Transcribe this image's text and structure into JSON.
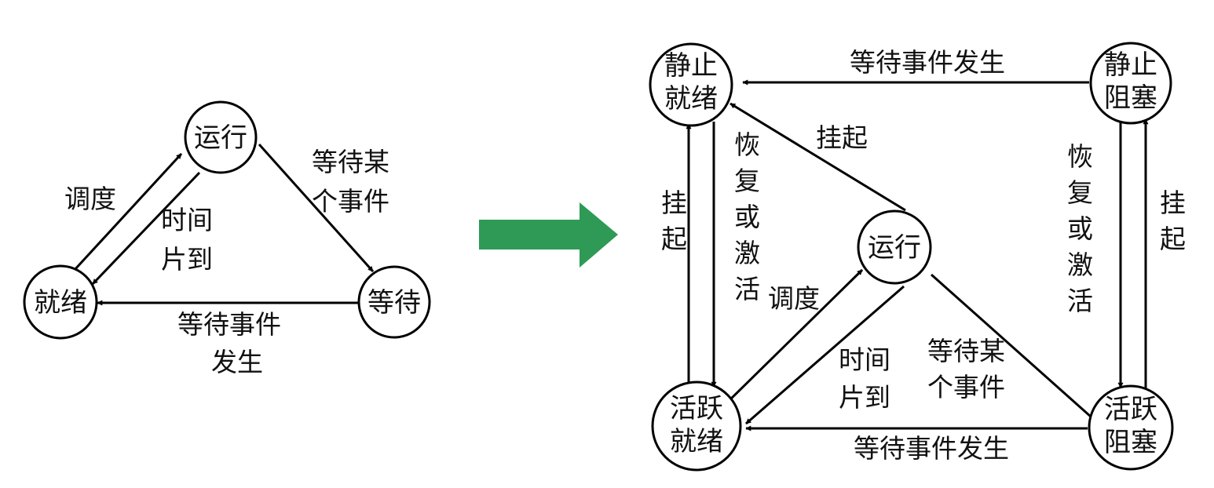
{
  "left_diagram": {
    "nodes": {
      "running": "运行",
      "ready": "就绪",
      "waiting": "等待"
    },
    "labels": {
      "dispatch": "调度",
      "timeslice_line1": "时间",
      "timeslice_line2": "片到",
      "wait_event_line1": "等待某",
      "wait_event_line2": "个事件",
      "event_occurs_line1": "等待事件",
      "event_occurs_line2": "发生"
    }
  },
  "right_diagram": {
    "nodes": {
      "static_ready_line1": "静止",
      "static_ready_line2": "就绪",
      "static_blocked_line1": "静止",
      "static_blocked_line2": "阻塞",
      "running": "运行",
      "active_ready_line1": "活跃",
      "active_ready_line2": "就绪",
      "active_blocked_line1": "活跃",
      "active_blocked_line2": "阻塞"
    },
    "labels": {
      "top_event_occurs": "等待事件发生",
      "bottom_event_occurs": "等待事件发生",
      "suspend_diag": "挂起",
      "suspend_left_1": "挂",
      "suspend_left_2": "起",
      "resume_left_1": "恢",
      "resume_left_2": "复",
      "resume_left_3": "或",
      "resume_left_4": "激",
      "resume_left_5": "活",
      "resume_right_1": "恢",
      "resume_right_2": "复",
      "resume_right_3": "或",
      "resume_right_4": "激",
      "resume_right_5": "活",
      "suspend_right_1": "挂",
      "suspend_right_2": "起",
      "dispatch": "调度",
      "timeslice_line1": "时间",
      "timeslice_line2": "片到",
      "wait_event_line1": "等待某",
      "wait_event_line2": "个事件"
    }
  },
  "colors": {
    "transition_arrow": "#2e9a56",
    "stroke": "#000000"
  }
}
